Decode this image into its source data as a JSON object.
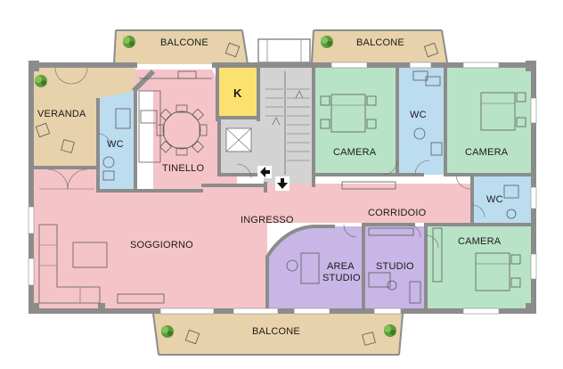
{
  "colors": {
    "soggiorno": "#f5c4c8",
    "camera": "#b9e3c6",
    "wc": "#bcdcf0",
    "veranda": "#e8d2ab",
    "balcone": "#e8d2ab",
    "area_studio": "#c8b6e6",
    "cucina": "#fbe270",
    "scale": "#d3d3d3",
    "wall": "#8c8c8c"
  },
  "rooms": {
    "balcone_top_left": "BALCONE",
    "balcone_top_right": "BALCONE",
    "balcone_bottom": "BALCONE",
    "veranda": "VERANDA",
    "wc_left": "WC",
    "k": "K",
    "tinello": "TINELLO",
    "camera_1": "CAMERA",
    "wc_middle": "WC",
    "camera_2": "CAMERA",
    "wc_right": "WC",
    "ingresso": "INGRESSO",
    "corridoio": "CORRIDOIO",
    "soggiorno": "SOGGIORNO",
    "area_studio": "AREA\nSTUDIO",
    "area_studio_line1": "AREA",
    "area_studio_line2": "STUDIO",
    "studio": "STUDIO",
    "camera_3": "CAMERA"
  }
}
